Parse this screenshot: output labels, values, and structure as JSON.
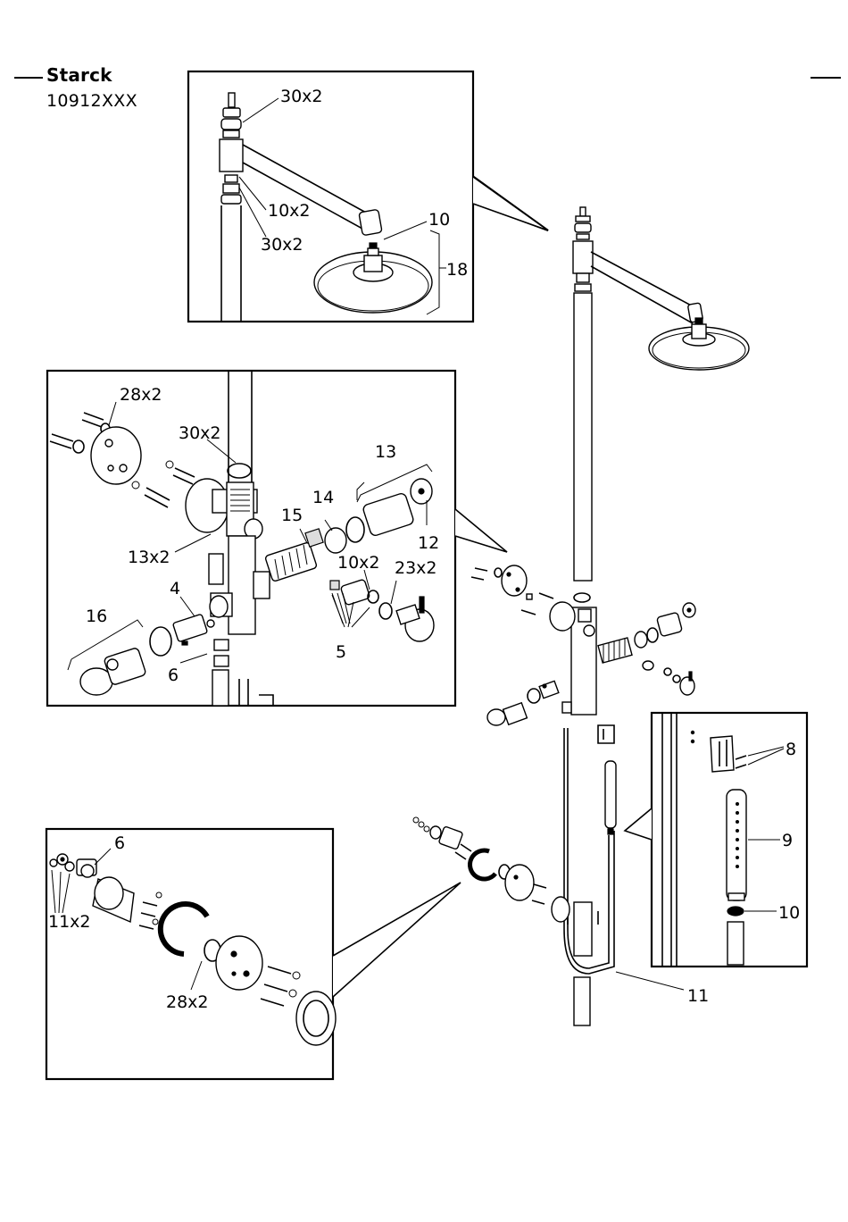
{
  "header": {
    "brand": "Starck",
    "model": "10912XXX"
  },
  "callouts": {
    "top_box": {
      "a": "30x2",
      "b": "10x2",
      "c": "30x2",
      "d": "10",
      "e": "18"
    },
    "mid_box": {
      "a": "28x2",
      "b": "30x2",
      "c": "13",
      "d": "14",
      "e": "15",
      "f": "12",
      "g": "13x2",
      "h": "10x2",
      "i": "23x2",
      "j": "4",
      "k": "16",
      "l": "5",
      "m": "6"
    },
    "bottom_box": {
      "a": "6",
      "b": "11x2",
      "c": "28x2"
    },
    "right_box": {
      "a": "8",
      "b": "9",
      "c": "10"
    },
    "main": {
      "a": "11"
    }
  }
}
